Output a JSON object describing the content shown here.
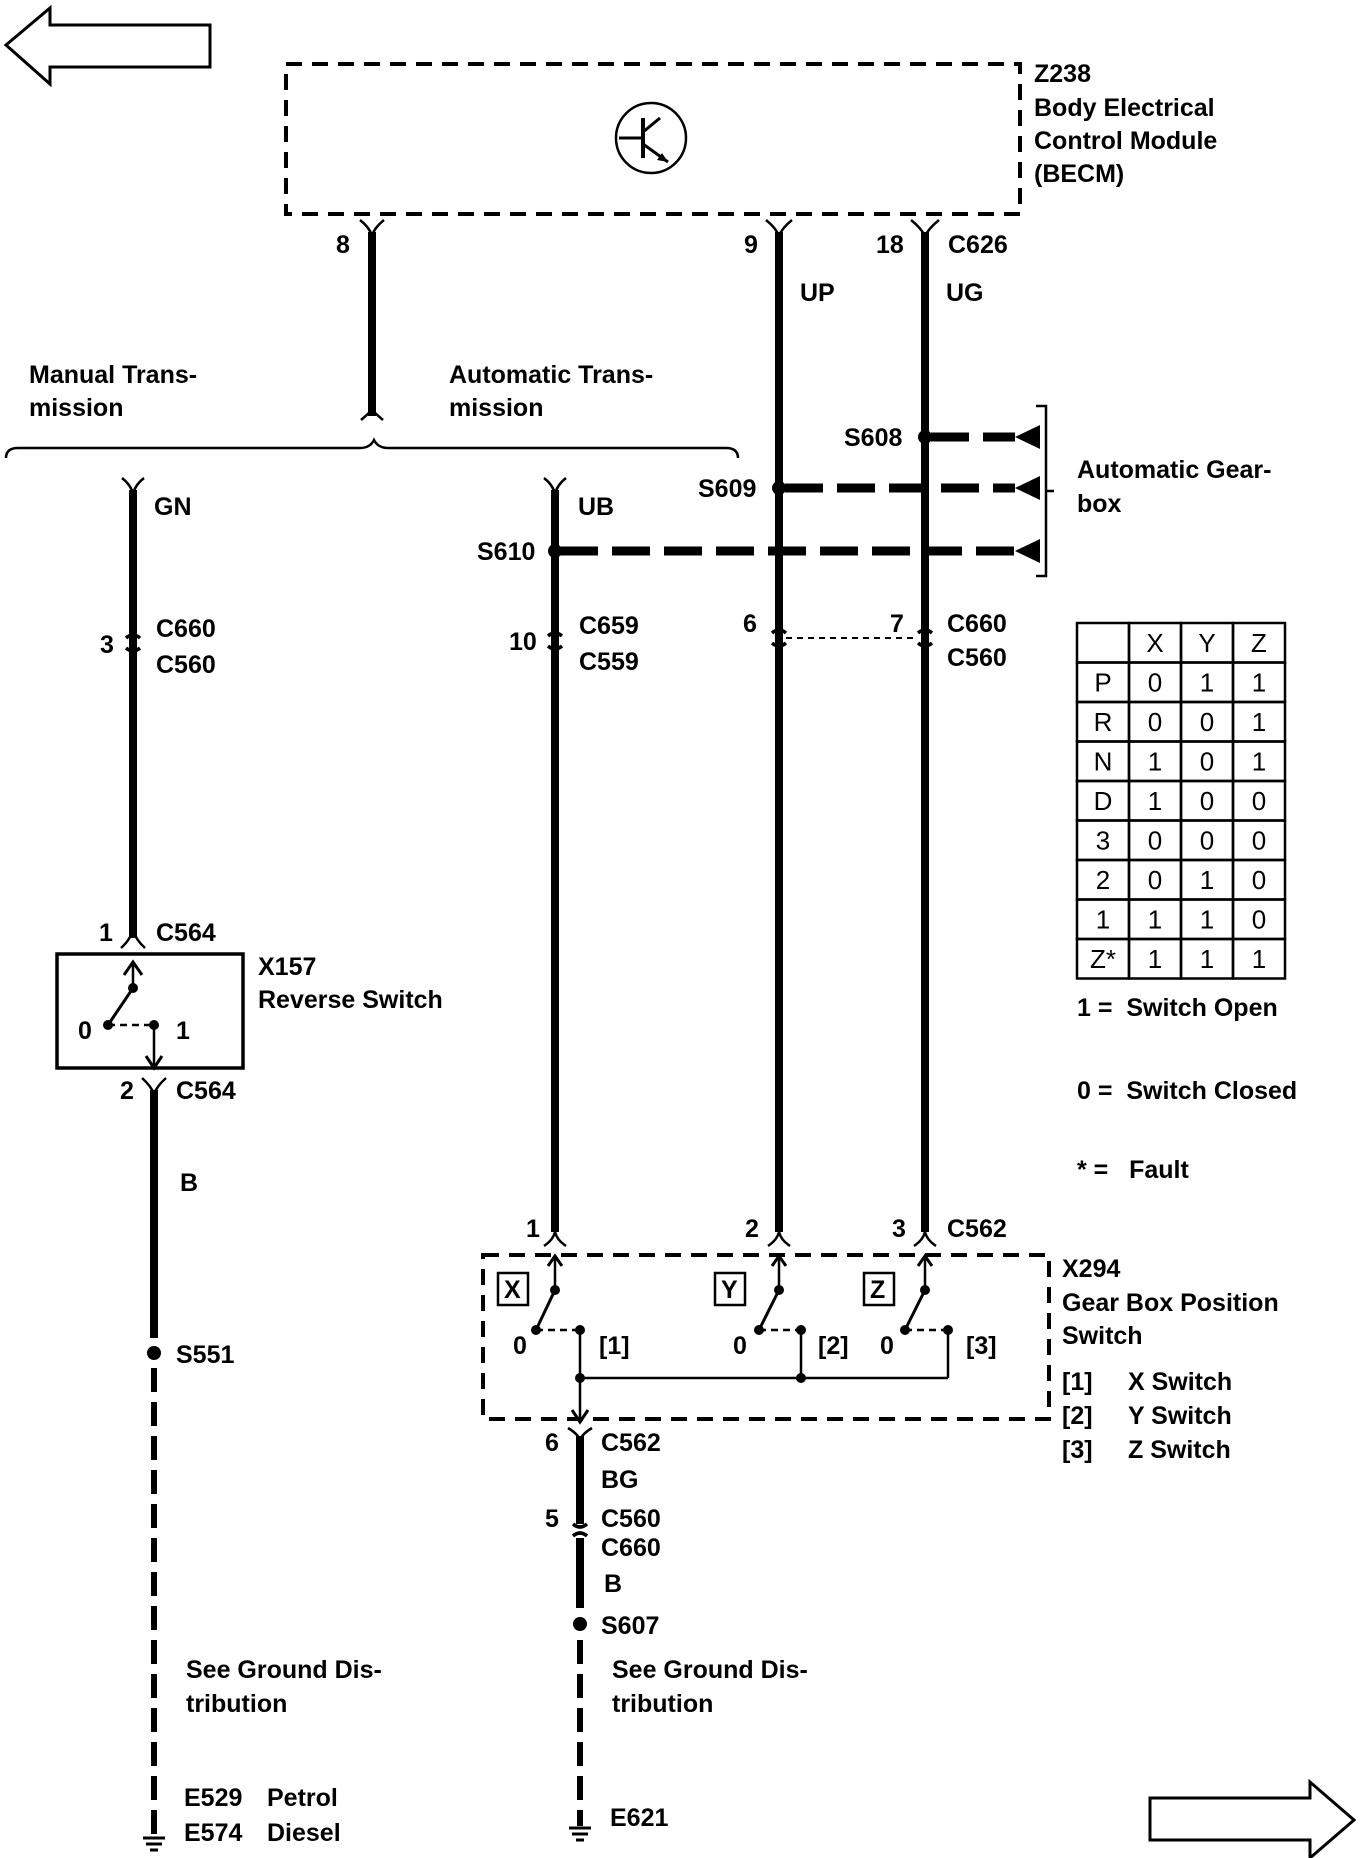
{
  "becm": {
    "id": "Z238",
    "line1": "Body Electrical",
    "line2": "Control Module",
    "line3": "(BECM)"
  },
  "becm_pins": {
    "p8": "8",
    "p9": "9",
    "p18": "18",
    "conn": "C626"
  },
  "wires": {
    "up": "UP",
    "ug": "UG",
    "gn": "GN",
    "ub": "UB",
    "b1": "B",
    "bg": "BG",
    "b2": "B"
  },
  "sections": {
    "manual_l1": "Manual Trans-",
    "manual_l2": "mission",
    "auto_l1": "Automatic Trans-",
    "auto_l2": "mission"
  },
  "splices": {
    "s608": "S608",
    "s609": "S609",
    "s610": "S610",
    "s551": "S551",
    "s607": "S607"
  },
  "gearbox": {
    "l1": "Automatic Gear-",
    "l2": "box"
  },
  "connectors": {
    "c660a": "C660",
    "c560a": "C560",
    "pin3": "3",
    "c659": "C659",
    "c559": "C559",
    "pin10": "10",
    "pin6": "6",
    "pin7": "7",
    "c660b": "C660",
    "c560b": "C560",
    "pin1_c564": "1",
    "c564_top": "C564",
    "pin2_c564": "2",
    "c564_bot": "C564",
    "pin1_c562": "1",
    "pin2_c562": "2",
    "pin3_c562": "3",
    "c562_top": "C562",
    "pin6_c562": "6",
    "c562_bot": "C562",
    "pin5": "5",
    "c560c": "C560",
    "c660c": "C660"
  },
  "reverse_switch": {
    "id": "X157",
    "name": "Reverse Switch",
    "pos0": "0",
    "pos1": "1"
  },
  "position_switch": {
    "id": "X294",
    "l1": "Gear Box Position",
    "l2": "Switch",
    "x": "X",
    "y": "Y",
    "z": "Z",
    "x0": "0",
    "y0": "0",
    "z0": "0",
    "r1": "[1]",
    "r2": "[2]",
    "r3": "[3]"
  },
  "legend_switch": [
    {
      "ref": "[1]",
      "name": "X Switch"
    },
    {
      "ref": "[2]",
      "name": "Y Switch"
    },
    {
      "ref": "[3]",
      "name": "Z Switch"
    }
  ],
  "truth_table": {
    "header": [
      "",
      "X",
      "Y",
      "Z"
    ],
    "rows": [
      [
        "P",
        "0",
        "1",
        "1"
      ],
      [
        "R",
        "0",
        "0",
        "1"
      ],
      [
        "N",
        "1",
        "0",
        "1"
      ],
      [
        "D",
        "1",
        "0",
        "0"
      ],
      [
        "3",
        "0",
        "0",
        "0"
      ],
      [
        "2",
        "0",
        "1",
        "0"
      ],
      [
        "1",
        "1",
        "1",
        "0"
      ],
      [
        "Z*",
        "1",
        "1",
        "1"
      ]
    ]
  },
  "key": {
    "open": "1 =  Switch Open",
    "closed": "0 =  Switch Closed",
    "fault": "* =   Fault"
  },
  "ground": {
    "manual_l1": "See Ground Dis-",
    "manual_l2": "tribution",
    "auto_l1": "See Ground Dis-",
    "auto_l2": "tribution",
    "e529": "E529",
    "petrol": "Petrol",
    "e574": "E574",
    "diesel": "Diesel",
    "e621": "E621"
  }
}
